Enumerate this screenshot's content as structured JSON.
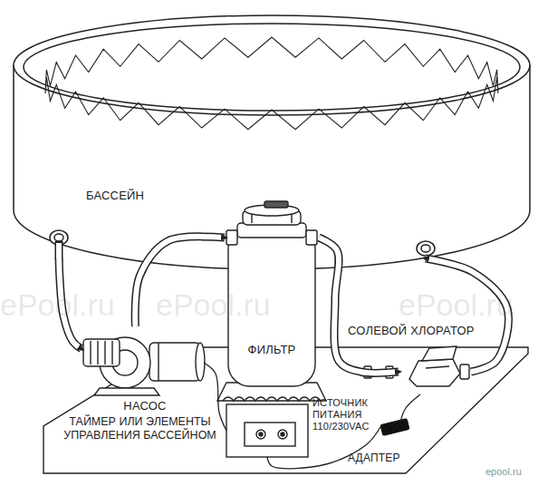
{
  "diagram": {
    "nodes": [
      {
        "text": [
          "БАССЕЙН"
        ]
      },
      {
        "text": [
          "ФИЛЬТР"
        ]
      },
      {
        "text": [
          "НАСОС"
        ]
      },
      {
        "text": [
          "СОЛЕВОЙ ХЛОРАТОР"
        ]
      },
      {
        "text": [
          "ИСТОЧНИК ПИТАНИЯ 110/230VAC"
        ]
      },
      {
        "text": [
          "АДАПТЕР"
        ]
      }
    ],
    "edges": [
      {
        "from": 0,
        "to": 2,
        "arrow": "to"
      },
      {
        "from": 2,
        "to": 1,
        "arrow": "to"
      },
      {
        "from": 1,
        "to": 3,
        "arrow": "to"
      },
      {
        "from": 3,
        "to": 0,
        "arrow": "to"
      },
      {
        "from": 2,
        "to": 4,
        "arrow": "none"
      },
      {
        "from": 4,
        "to": 5,
        "arrow": "none"
      },
      {
        "from": 5,
        "to": 3,
        "arrow": "none"
      }
    ],
    "labels": [
      "ТАЙМЕР ИЛИ ЭЛЕМЕНТЫ УПРАВЛЕНИЯ БАССЕЙНОМ",
      "ePool.ru",
      "ePool.ru",
      "ePool.ru",
      "epool.ru"
    ]
  }
}
